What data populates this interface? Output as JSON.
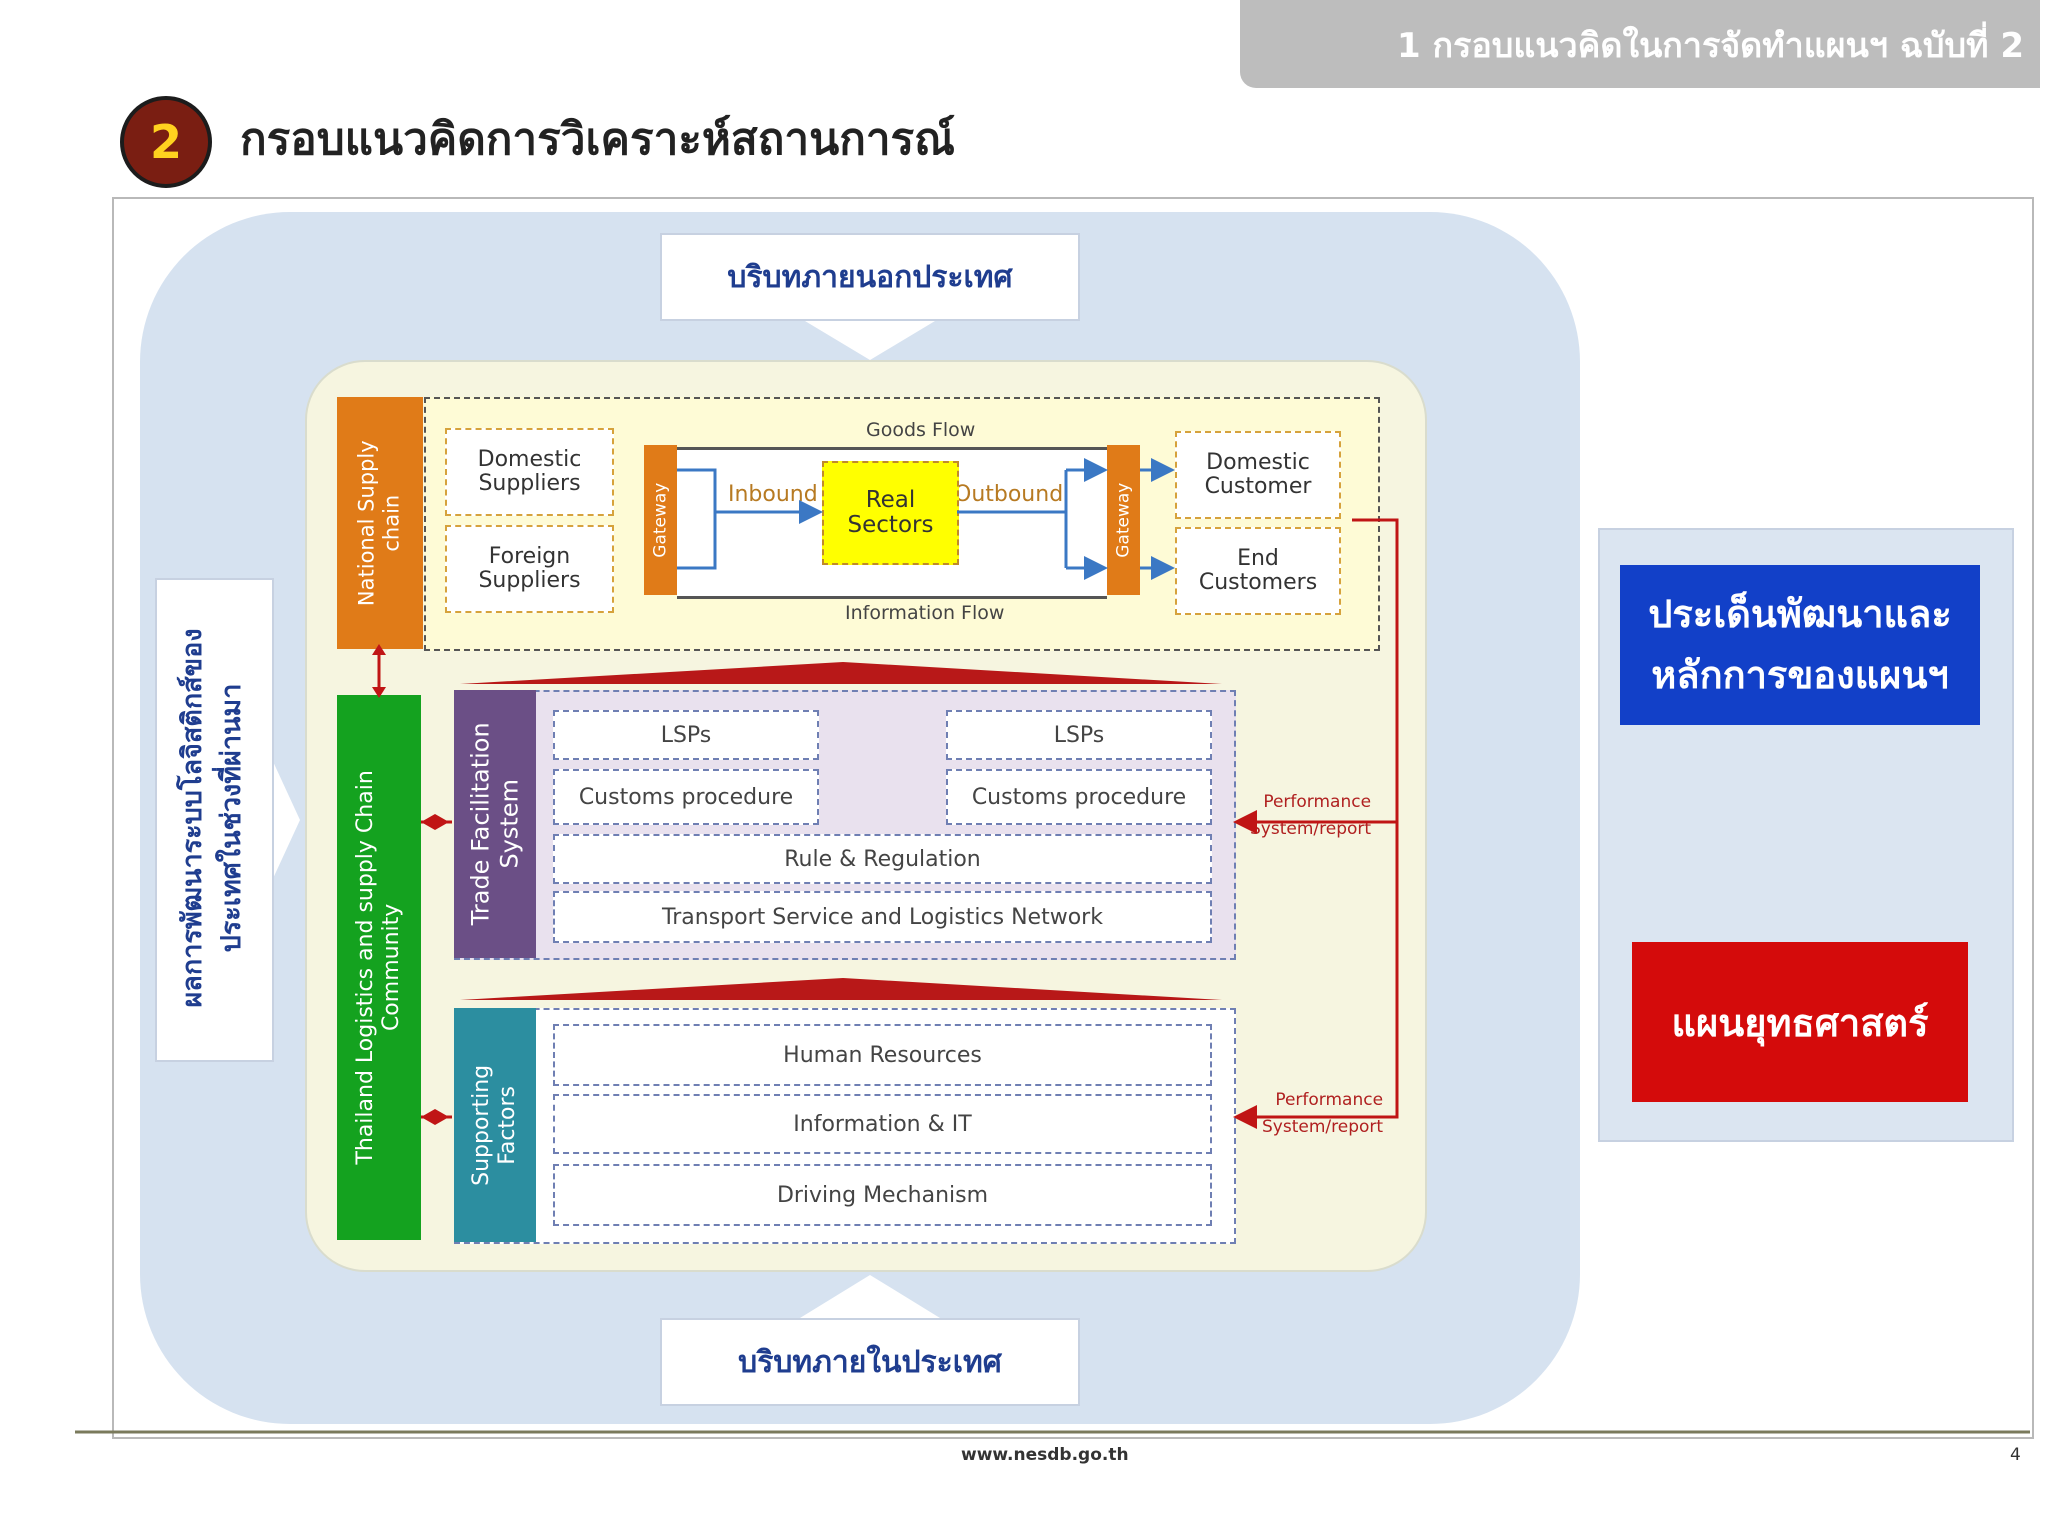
{
  "header": {
    "section_label": "1 กรอบแนวคิดในการจัดทำแผนฯ ฉบับที่ 2",
    "number": "2",
    "title": "กรอบแนวคิดการวิเคราะห์สถานการณ์"
  },
  "context": {
    "external": "บริบทภายนอกประเทศ",
    "internal": "บริบทภายในประเทศ",
    "past_results_lines": [
      "ผลการพัฒนาระบบโลจิสติกส์ของ",
      "ประเทศในช่วงที่ผ่านมา"
    ]
  },
  "supply_chain": {
    "label": [
      "National Supply",
      "chain"
    ],
    "domestic_suppliers": "Domestic\nSuppliers",
    "foreign_suppliers": "Foreign\nSuppliers",
    "gateway_left": "Gateway",
    "gateway_right": "Gateway",
    "goods_flow": "Goods Flow",
    "information_flow": "Information Flow",
    "inbound": "Inbound",
    "outbound": "Outbound",
    "real_sectors": "Real\nSectors",
    "domestic_customer": "Domestic\nCustomer",
    "end_customers": "End\nCustomers"
  },
  "community": {
    "label": [
      "Thailand Logistics and supply Chain",
      "Community"
    ]
  },
  "trade_facilitation": {
    "label": [
      "Trade Facilitation",
      "System"
    ],
    "lsps_left": "LSPs",
    "lsps_right": "LSPs",
    "customs_left": "Customs procedure",
    "customs_right": "Customs procedure",
    "rule": "Rule & Regulation",
    "transport": "Transport Service and Logistics Network",
    "perf_lines": [
      "Performance",
      "System/report"
    ]
  },
  "supporting": {
    "label": [
      "Supporting",
      "Factors"
    ],
    "human": "Human Resources",
    "info": "Information & IT",
    "driving": "Driving  Mechanism",
    "perf_lines": [
      "Performance",
      "System/report"
    ]
  },
  "outcomes": {
    "issues_lines": [
      "ประเด็นพัฒนาและ",
      "หลักการของแผนฯ"
    ],
    "strategy": "แผนยุทธศาสตร์"
  },
  "footer": {
    "url": "www.nesdb.go.th",
    "page": "4"
  },
  "colors": {
    "orange": "#e07b18",
    "green": "#14a21f",
    "purple": "#6b4f86",
    "teal": "#2c8ea0",
    "blue": "#1240c8",
    "red": "#d40b0b",
    "yellow": "#ffff00"
  }
}
